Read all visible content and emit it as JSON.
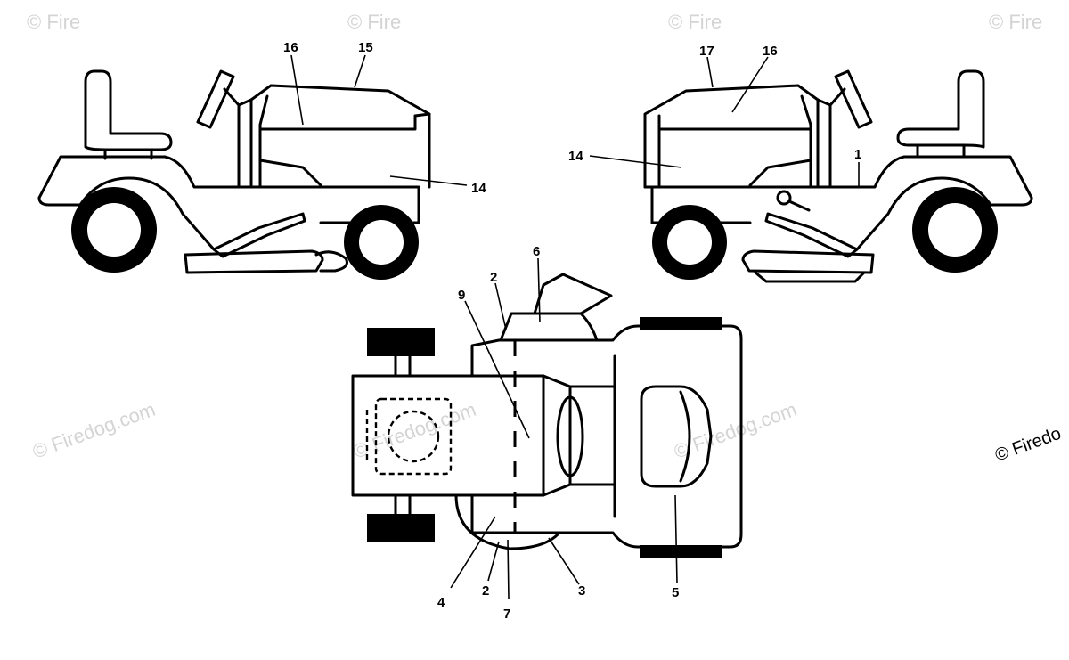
{
  "watermarks": {
    "faint": "© Firedog.com",
    "top_tile": "© Fire",
    "dark_right": "© Firedo"
  },
  "callouts": {
    "left_16": "16",
    "left_15": "15",
    "left_14": "14",
    "right_17": "17",
    "right_16": "16",
    "right_14": "14",
    "right_1": "1",
    "top_6": "6",
    "top_2_upper": "2",
    "top_9": "9",
    "top_4": "4",
    "top_2_lower": "2",
    "top_7": "7",
    "top_3": "3",
    "top_5": "5"
  },
  "colors": {
    "line": "#000000",
    "watermark": "#d4d4d4",
    "background": "#ffffff"
  }
}
